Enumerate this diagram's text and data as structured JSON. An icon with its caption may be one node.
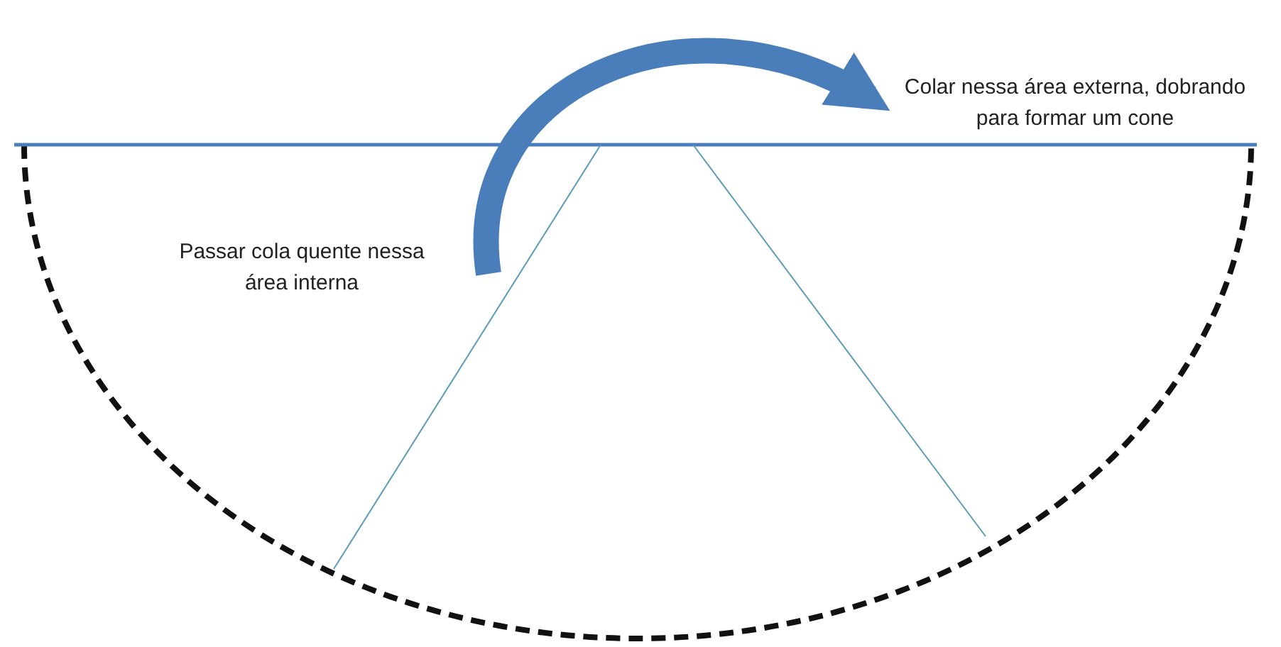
{
  "diagram": {
    "nodes": [
      {
        "text": [
          "Colar nessa área externa, dobrando para formar um cone"
        ]
      },
      {
        "text": [
          "Passar cola quente nessa área interna"
        ]
      }
    ],
    "edges": [
      {
        "from": 1,
        "to": 0,
        "arrow": "to"
      }
    ]
  }
}
